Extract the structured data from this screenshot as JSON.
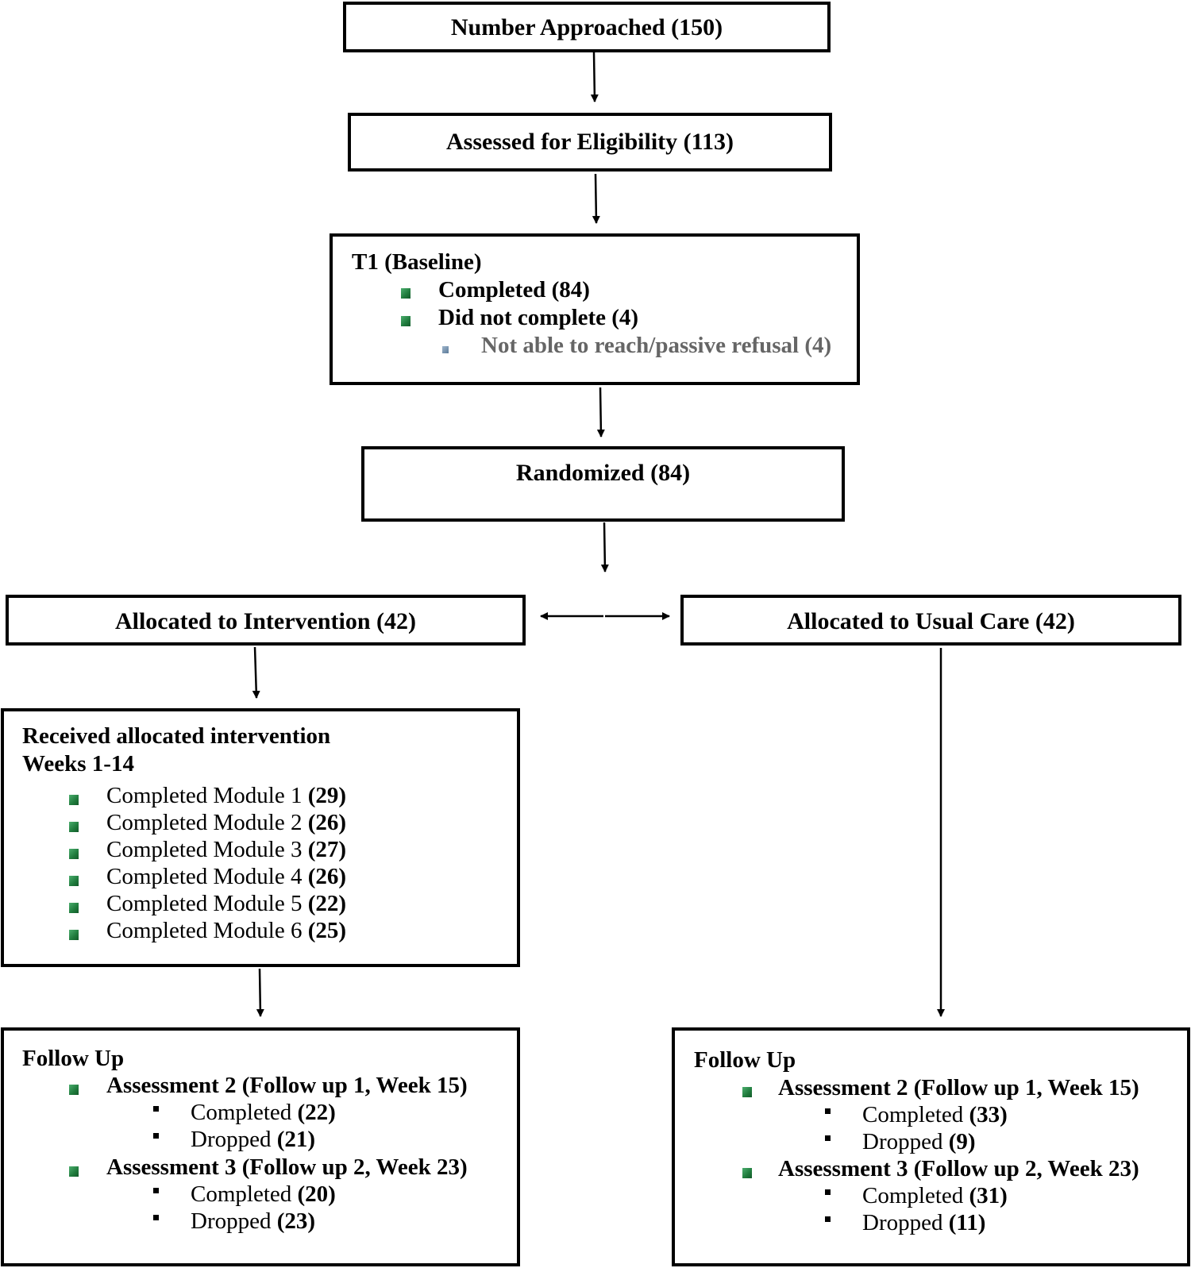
{
  "approached": "Number Approached (150)",
  "eligibility": "Assessed for Eligibility (113)",
  "baseline": {
    "title": "T1 (Baseline)",
    "completed": "Completed (84)",
    "did_not_complete": "Did not complete (4)",
    "not_reach": "Not able to reach/passive refusal (4)"
  },
  "randomized": "Randomized (84)",
  "intervention": "Allocated to Intervention (42)",
  "usual_care": "Allocated to Usual Care (42)",
  "received": {
    "title_line1": "Received allocated intervention",
    "title_line2": "Weeks 1-14",
    "modules": [
      {
        "label": "Completed Module 1",
        "count": "(29)"
      },
      {
        "label": "Completed Module 2",
        "count": "(26)"
      },
      {
        "label": "Completed Module 3",
        "count": "(27)"
      },
      {
        "label": "Completed Module 4",
        "count": "(26)"
      },
      {
        "label": "Completed Module 5",
        "count": "(22)"
      },
      {
        "label": "Completed Module 6",
        "count": "(25)"
      }
    ]
  },
  "followup_left": {
    "title": "Follow Up",
    "a2": "Assessment 2 (Follow up 1, Week 15)",
    "a2_completed_label": "Completed",
    "a2_completed_count": "(22)",
    "a2_dropped_label": "Dropped",
    "a2_dropped_count": "(21)",
    "a3": "Assessment 3 (Follow up 2, Week 23)",
    "a3_completed_label": "Completed",
    "a3_completed_count": "(20)",
    "a3_dropped_label": "Dropped",
    "a3_dropped_count": "(23)"
  },
  "followup_right": {
    "title": "Follow Up",
    "a2": "Assessment 2 (Follow up 1, Week 15)",
    "a2_completed_label": "Completed",
    "a2_completed_count": "(33)",
    "a2_dropped_label": "Dropped",
    "a2_dropped_count": "(9)",
    "a3": "Assessment 3 (Follow up 2, Week 23)",
    "a3_completed_label": "Completed",
    "a3_completed_count": "(31)",
    "a3_dropped_label": "Dropped",
    "a3_dropped_count": "(11)"
  }
}
